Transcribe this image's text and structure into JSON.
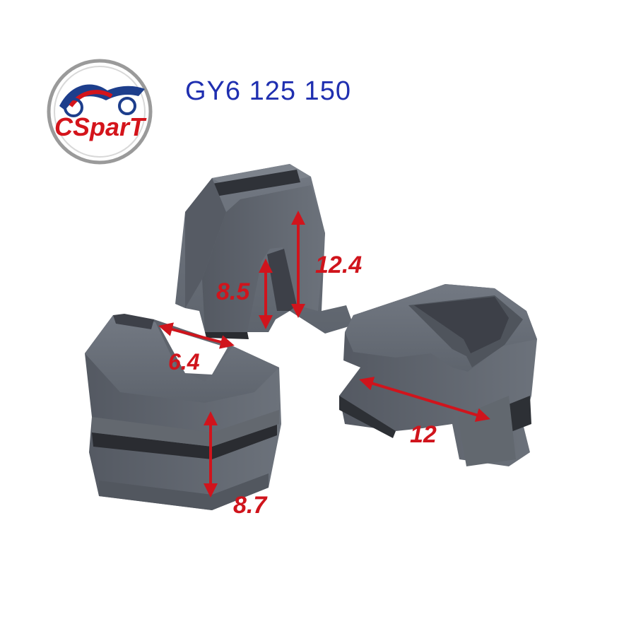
{
  "title": "GY6 125 150",
  "logo": {
    "text": "CSparT",
    "colors": {
      "ring": "#8a8a8a",
      "red": "#d4141b",
      "blue": "#1d3e8c"
    }
  },
  "dimensions": {
    "d1": "12.4",
    "d2": "8.5",
    "d3": "6.4",
    "d4": "12",
    "d5": "8.7"
  },
  "colors": {
    "title": "#1f2fb0",
    "dimension": "#d0141c",
    "part_body": "#6b717a",
    "part_dark": "#3d4048"
  }
}
